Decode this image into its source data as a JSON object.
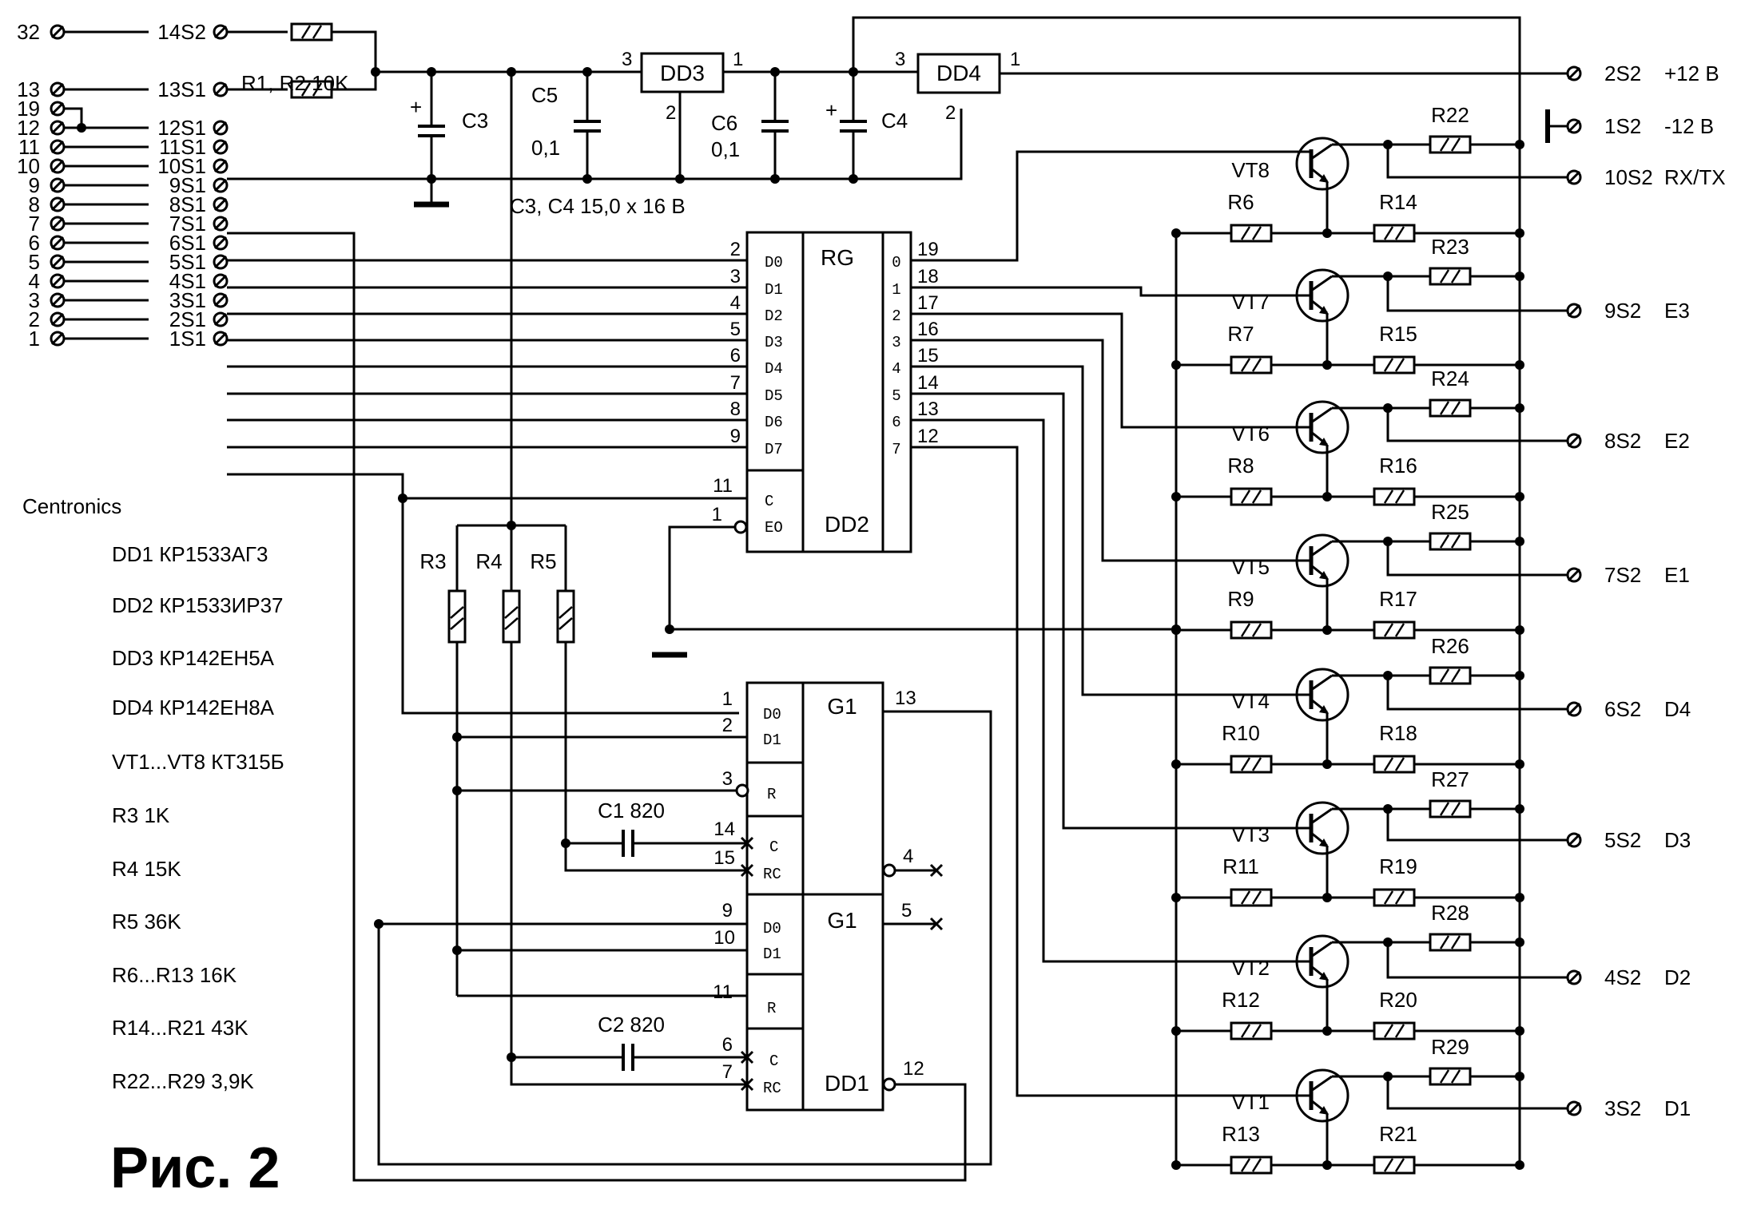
{
  "figure_title": "Рис. 2",
  "centronics_label": "Centronics",
  "parts_list": [
    "DD1 КР1533АГ3",
    "DD2 КР1533ИР37",
    "DD3 КР142ЕН5А",
    "DD4 КР142ЕН8А",
    "VT1...VT8 КТ315Б",
    "R3 1K",
    "R4 15K",
    "R5 36K",
    "R6...R13 16K",
    "R14...R21 43K",
    "R22...R29 3,9K"
  ],
  "left_connector": [
    {
      "num": "32",
      "lbl": "14S2"
    },
    {
      "num": "13",
      "lbl": "13S1"
    },
    {
      "num": "19",
      "lbl": ""
    },
    {
      "num": "12",
      "lbl": "12S1"
    },
    {
      "num": "11",
      "lbl": "11S1"
    },
    {
      "num": "10",
      "lbl": "10S1"
    },
    {
      "num": "9",
      "lbl": "9S1"
    },
    {
      "num": "8",
      "lbl": "8S1"
    },
    {
      "num": "7",
      "lbl": "7S1"
    },
    {
      "num": "6",
      "lbl": "6S1"
    },
    {
      "num": "5",
      "lbl": "5S1"
    },
    {
      "num": "4",
      "lbl": "4S1"
    },
    {
      "num": "3",
      "lbl": "3S1"
    },
    {
      "num": "2",
      "lbl": "2S1"
    },
    {
      "num": "1",
      "lbl": "1S1"
    }
  ],
  "right_connector": [
    {
      "name": "2S2",
      "sig": "+12 В"
    },
    {
      "name": "1S2",
      "sig": "-12 В"
    },
    {
      "name": "10S2",
      "sig": "RX/TX"
    },
    {
      "name": "9S2",
      "sig": "E3"
    },
    {
      "name": "8S2",
      "sig": "E2"
    },
    {
      "name": "7S2",
      "sig": "E1"
    },
    {
      "name": "6S2",
      "sig": "D4"
    },
    {
      "name": "5S2",
      "sig": "D3"
    },
    {
      "name": "4S2",
      "sig": "D2"
    },
    {
      "name": "3S2",
      "sig": "D1"
    }
  ],
  "power": {
    "r12_label": "R1, R2 10K",
    "c3": "C3",
    "c4": "C4",
    "c5": "C5",
    "c6": "C6",
    "c5_val": "0,1",
    "c6_val": "0,1",
    "c34_note": "C3, C4 15,0 x 16 В",
    "dd3": "DD3",
    "dd4": "DD4",
    "pin1": "1",
    "pin2": "2",
    "pin3": "3",
    "plus": "+"
  },
  "dd2": {
    "name": "DD2",
    "func": "RG",
    "d_labels": [
      "D0",
      "D1",
      "D2",
      "D3",
      "D4",
      "D5",
      "D6",
      "D7"
    ],
    "d_pins": [
      "2",
      "3",
      "4",
      "5",
      "6",
      "7",
      "8",
      "9"
    ],
    "q_labels": [
      "0",
      "1",
      "2",
      "3",
      "4",
      "5",
      "6",
      "7"
    ],
    "q_pins": [
      "19",
      "18",
      "17",
      "16",
      "15",
      "14",
      "13",
      "12"
    ],
    "c_label": "C",
    "eo_label": "EO",
    "c_pin": "11",
    "eo_pin": "1"
  },
  "dd1": {
    "name": "DD1",
    "func": "G1",
    "top": {
      "d0": "D0",
      "d1": "D1",
      "r": "R",
      "c": "C",
      "rc": "RC",
      "p_d0": "1",
      "p_d1": "2",
      "p_r": "3",
      "p_c": "14",
      "p_rc": "15",
      "p_q": "13",
      "p_nq": "4"
    },
    "bottom": {
      "d0": "D0",
      "d1": "D1",
      "r": "R",
      "c": "C",
      "rc": "RC",
      "p_d0": "9",
      "p_d1": "10",
      "p_r": "11",
      "p_c": "6",
      "p_rc": "7",
      "p_q": "5",
      "p_nq": "12"
    }
  },
  "timing": {
    "r3": "R3",
    "r4": "R4",
    "r5": "R5",
    "c1": "C1 820",
    "c2": "C2 820"
  },
  "stages": [
    {
      "vt": "VT8",
      "rb": "R6",
      "rbe": "R14",
      "rc": "R22"
    },
    {
      "vt": "VT7",
      "rb": "R7",
      "rbe": "R15",
      "rc": "R23"
    },
    {
      "vt": "VT6",
      "rb": "R8",
      "rbe": "R16",
      "rc": "R24"
    },
    {
      "vt": "VT5",
      "rb": "R9",
      "rbe": "R17",
      "rc": "R25"
    },
    {
      "vt": "VT4",
      "rb": "R10",
      "rbe": "R18",
      "rc": "R26"
    },
    {
      "vt": "VT3",
      "rb": "R11",
      "rbe": "R19",
      "rc": "R27"
    },
    {
      "vt": "VT2",
      "rb": "R12",
      "rbe": "R20",
      "rc": "R28"
    },
    {
      "vt": "VT1",
      "rb": "R13",
      "rbe": "R21",
      "rc": "R29"
    }
  ]
}
